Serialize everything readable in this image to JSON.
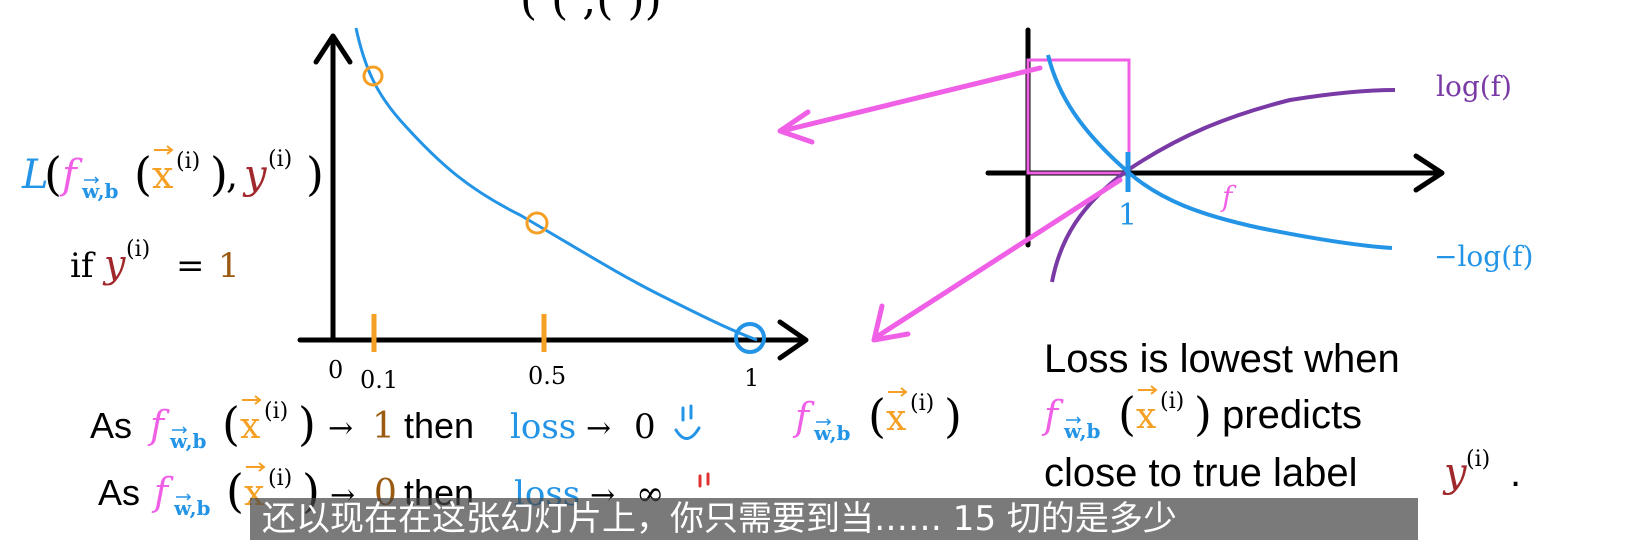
{
  "top_formula_fragment": "(      (        ,(    ))",
  "loss_chart": {
    "ylabel": {
      "L": "L",
      "f": "f",
      "sub": "w,b",
      "x": "x",
      "sup_i": "(i)",
      "y": "y"
    },
    "condition": {
      "if": "if",
      "y": "y",
      "sup_i": "(i)",
      "eq": "=",
      "val": "1"
    },
    "origin_label": "0",
    "ticks": [
      "0.1",
      "0.5",
      "1"
    ]
  },
  "log_chart": {
    "log_f_label": "log(f)",
    "neg_log_f_label": "−log(f)",
    "f_label": "f",
    "one_label": "1"
  },
  "arrow_target_label": {
    "f": "f",
    "sub": "w,b",
    "x": "x",
    "sup_i": "(i)"
  },
  "statement1": {
    "as": "As",
    "f": "f",
    "sub": "w,b",
    "x": "x",
    "sup_i": "(i)",
    "arrow1": "→",
    "val": "1",
    "then": "then",
    "loss": "loss",
    "arrow2": "→",
    "result": "0"
  },
  "statement2": {
    "as": "As",
    "f": "f",
    "sub": "w,b",
    "x": "x",
    "sup_i": "(i)",
    "arrow1": "→",
    "val": "0",
    "then": "then",
    "loss": "loss",
    "arrow2": "→",
    "result": "∞"
  },
  "conclusion": {
    "line1": "Loss is lowest when",
    "f": "f",
    "sub": "w,b",
    "x": "x",
    "sup_i": "(i)",
    "predicts": "predicts",
    "line3": "close to true label",
    "y": "y",
    "y_sup": "(i)",
    "period": "."
  },
  "subtitle": "还以现在在这张幻灯片上，你只需要到当…… 15 切的是多少",
  "colors": {
    "blue": "#2394e6",
    "orange": "#f5a025",
    "magenta": "#f060e6",
    "purple": "#7a3aa6",
    "dark_red": "#a0282c",
    "black": "#000000"
  }
}
